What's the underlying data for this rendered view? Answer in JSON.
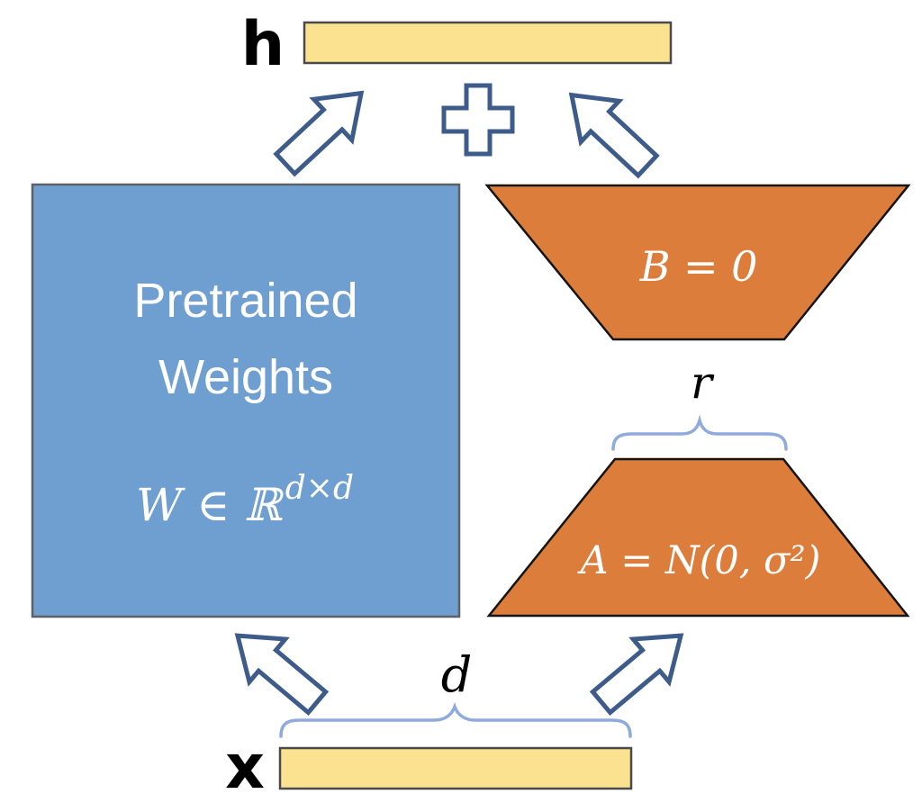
{
  "diagram": {
    "output_label": "h",
    "input_label": "x",
    "pretrained": {
      "line1": "Pretrained",
      "line2": "Weights",
      "formula_base": "W ∈ ℝ",
      "formula_sup": "d×d"
    },
    "lora_b": {
      "label": "B = 0"
    },
    "lora_a": {
      "label": "A = N(0, σ²)"
    },
    "rank_label": "r",
    "dim_label": "d",
    "icons": {
      "plus_icon": "+",
      "arrow_top_left": "block-arrow-up-right",
      "arrow_top_right": "block-arrow-up-left",
      "arrow_bottom_left": "block-arrow-up-left",
      "arrow_bottom_right": "block-arrow-up-right"
    },
    "colors": {
      "vector_fill": "#FAE291",
      "pretrained_fill": "#6E9FD0",
      "adapter_fill": "#DD7D3B",
      "arrow_outline": "#3E5C8A",
      "brace": "#8FAADC",
      "label_text": "#000000",
      "box_text": "#FFFFFF"
    }
  }
}
